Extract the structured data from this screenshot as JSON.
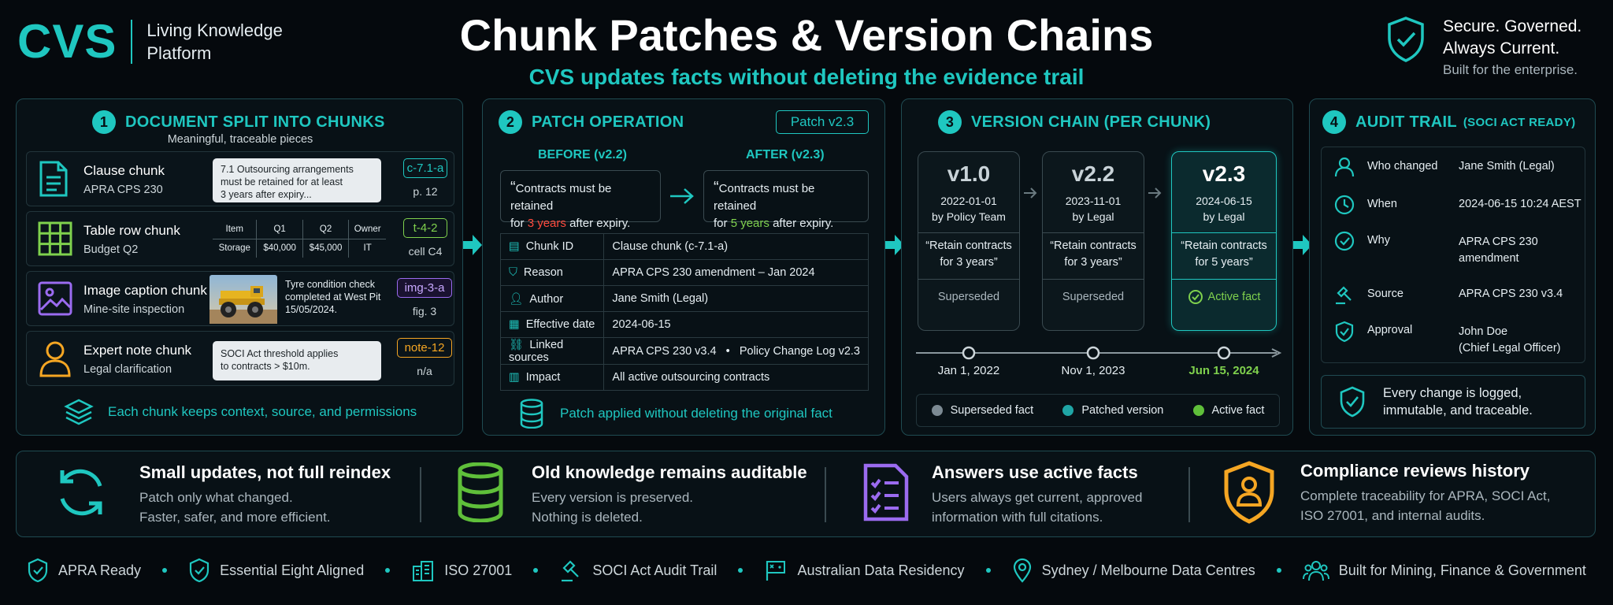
{
  "brand": {
    "logo": "CVS",
    "line1": "Living Knowledge",
    "line2": "Platform"
  },
  "header": {
    "title": "Chunk Patches & Version Chains",
    "subtitle": "CVS updates facts without deleting the evidence trail",
    "secure1": "Secure. Governed.",
    "secure2": "Always Current.",
    "secure3": "Built for the enterprise."
  },
  "p1": {
    "num": "1",
    "title": "DOCUMENT SPLIT INTO CHUNKS",
    "sub": "Meaningful, traceable pieces",
    "clause": {
      "name": "Clause chunk",
      "source": "APRA CPS 230",
      "note1": "7.1 Outsourcing arrangements",
      "note2": "must be retained for at least",
      "note3": "3 years after expiry...",
      "tag": "c-7.1-a",
      "loc": "p. 12"
    },
    "table": {
      "name": "Table row chunk",
      "source": "Budget Q2",
      "headers": [
        "Item",
        "Q1",
        "Q2",
        "Owner"
      ],
      "cells": [
        "Storage",
        "$40,000",
        "$45,000",
        "IT"
      ],
      "tag": "t-4-2",
      "loc": "cell C4"
    },
    "image": {
      "name": "Image caption chunk",
      "source": "Mine-site inspection",
      "cap1": "Tyre condition check",
      "cap2": "completed at West Pit",
      "cap3": "15/05/2024.",
      "tag": "img-3-a",
      "loc": "fig. 3"
    },
    "expert": {
      "name": "Expert note chunk",
      "source": "Legal clarification",
      "note1": "SOCI Act threshold applies",
      "note2": "to contracts > $10m.",
      "tag": "note-12",
      "loc": "n/a"
    },
    "footer": "Each chunk keeps context, source, and permissions"
  },
  "p2": {
    "num": "2",
    "title": "PATCH OPERATION",
    "badge": "Patch v2.3",
    "before_label": "BEFORE (v2.2)",
    "after_label": "AFTER (v2.3)",
    "before_pre": "Contracts must be retained",
    "before_for": "for",
    "before_val": "3 years",
    "before_post": "after expiry.",
    "after_pre": "Contracts must be retained",
    "after_for": "for",
    "after_val": "5 years",
    "after_post": "after expiry.",
    "rows": [
      {
        "k": "Chunk ID",
        "v": "Clause chunk (c-7.1-a)"
      },
      {
        "k": "Reason",
        "v": "APRA CPS 230 amendment – Jan 2024"
      },
      {
        "k": "Author",
        "v": "Jane Smith (Legal)"
      },
      {
        "k": "Effective date",
        "v": "2024-06-15"
      },
      {
        "k": "Linked sources",
        "v": "APRA CPS 230 v3.4   •   Policy Change Log v2.3"
      },
      {
        "k": "Impact",
        "v": "All active outsourcing contracts"
      }
    ],
    "footer": "Patch applied without deleting the original fact"
  },
  "p3": {
    "num": "3",
    "title": "VERSION CHAIN (PER CHUNK)",
    "versions": [
      {
        "v": "v1.0",
        "date": "2022-01-01",
        "by": "by Policy Team",
        "q1": "“Retain contracts",
        "q2": "for 3 years”",
        "status": "Superseded",
        "tl": "Jan 1, 2022"
      },
      {
        "v": "v2.2",
        "date": "2023-11-01",
        "by": "by Legal",
        "q1": "“Retain contracts",
        "q2": "for 3 years”",
        "status": "Superseded",
        "tl": "Nov 1, 2023"
      },
      {
        "v": "v2.3",
        "date": "2024-06-15",
        "by": "by Legal",
        "q1": "“Retain contracts",
        "q2": "for 5 years”",
        "status": "Active fact",
        "tl": "Jun 15, 2024"
      }
    ],
    "legend": [
      "Superseded fact",
      "Patched version",
      "Active fact"
    ]
  },
  "p4": {
    "num": "4",
    "title": "AUDIT TRAIL",
    "title_suffix": "(SOCI ACT READY)",
    "rows": [
      {
        "k": "Who changed",
        "v1": "Jane Smith (Legal)",
        "v2": ""
      },
      {
        "k": "When",
        "v1": "2024-06-15 10:24 AEST",
        "v2": ""
      },
      {
        "k": "Why",
        "v1": "APRA CPS 230",
        "v2": "amendment"
      },
      {
        "k": "Source",
        "v1": "APRA CPS 230 v3.4",
        "v2": ""
      },
      {
        "k": "Approval",
        "v1": "John Doe",
        "v2": "(Chief Legal Officer)"
      }
    ],
    "footer1": "Every change is logged,",
    "footer2": "immutable, and traceable."
  },
  "benefits": [
    {
      "title": "Small updates, not full reindex",
      "l1": "Patch only what changed.",
      "l2": "Faster, safer, and more efficient."
    },
    {
      "title": "Old knowledge remains auditable",
      "l1": "Every version is preserved.",
      "l2": "Nothing is deleted."
    },
    {
      "title": "Answers use active facts",
      "l1": "Users always get current, approved",
      "l2": "information with full citations."
    },
    {
      "title": "Compliance reviews history",
      "l1": "Complete traceability for APRA, SOCI Act,",
      "l2": "ISO 27001, and internal audits."
    }
  ],
  "footer": [
    "APRA Ready",
    "Essential Eight Aligned",
    "ISO 27001",
    "SOCI Act Audit Trail",
    "Australian Data Residency",
    "Sydney / Melbourne Data Centres",
    "Built for Mining, Finance & Government"
  ],
  "colors": {
    "accent": "#1fc7c0",
    "green": "#7fd14d",
    "red": "#ff4a3d",
    "orange": "#f5a623",
    "purple": "#9b6bf0",
    "grey": "#7c8a93"
  }
}
